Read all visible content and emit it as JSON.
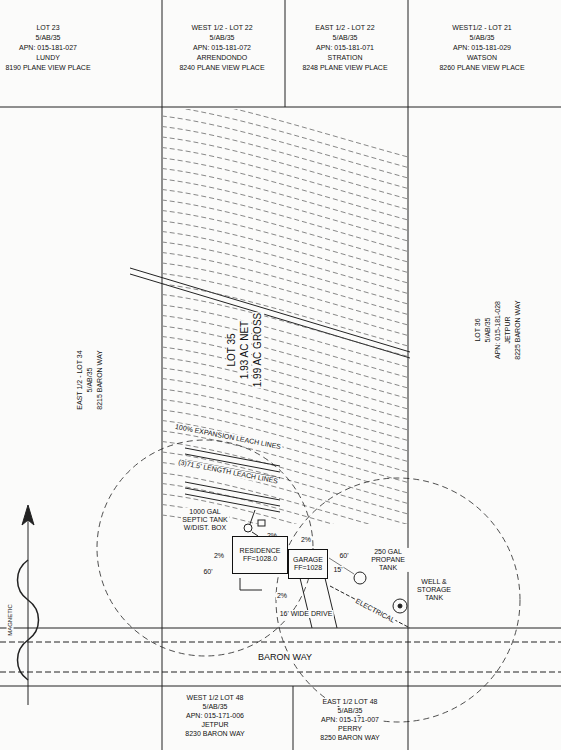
{
  "diagram": {
    "nodes": [
      {
        "text": [
          "RESIDENCE",
          "FF=1028.0"
        ]
      },
      {
        "text": [
          "GARAGE",
          "FF=1028"
        ]
      }
    ],
    "labels": [
      "LOT 23",
      "5/AB/35",
      "APN: 015-181-027",
      "LUNDY",
      "8190 PLANE VIEW PLACE",
      "WEST 1/2 - LOT 22",
      "5/AB/35",
      "APN: 015-181-072",
      "ARRENDONDO",
      "8240 PLANE VIEW PLACE",
      "EAST 1/2 - LOT 22",
      "5/AB/35",
      "APN: 015-181-071",
      "STRATION",
      "8248 PLANE VIEW PLACE",
      "WEST1/2 - LOT 21",
      "5/AB/35",
      "APN: 015-181-029",
      "WATSON",
      "8260 PLANE VIEW PLACE",
      "EAST 1/2 - LOT 34",
      "5/AB/35",
      "8215 BARON WAY",
      "LOT 36",
      "5/AB/35",
      "APN: 015-181-028",
      "JETPUR",
      "8225 BARON WAY",
      "LOT 35",
      "1.93 AC NET",
      "1.99 AC GROSS",
      "100% EXPANSION LEACH LINES",
      "(3)71.5' LENGTH LEACH LINES",
      "1000 GAL SEPTIC TANK W/DIST. BOX",
      "2%",
      "2%",
      "60'",
      "2%",
      "2%",
      "60'",
      "15'",
      "250 GAL PROPANE TANK",
      "WELL & STORAGE TANK",
      "16' WIDE DRIVE",
      "ELECTRICAL",
      "BARON WAY",
      "WEST 1/2 LOT 48",
      "5/AB/35",
      "APN: 015-171-006",
      "JETPUR",
      "8230 BARON WAY",
      "EAST 1/2 LOT 48",
      "5/AB/35",
      "APN: 015-171-007",
      "PERRY",
      "8250 BARON WAY",
      "MAGNETIC"
    ]
  }
}
